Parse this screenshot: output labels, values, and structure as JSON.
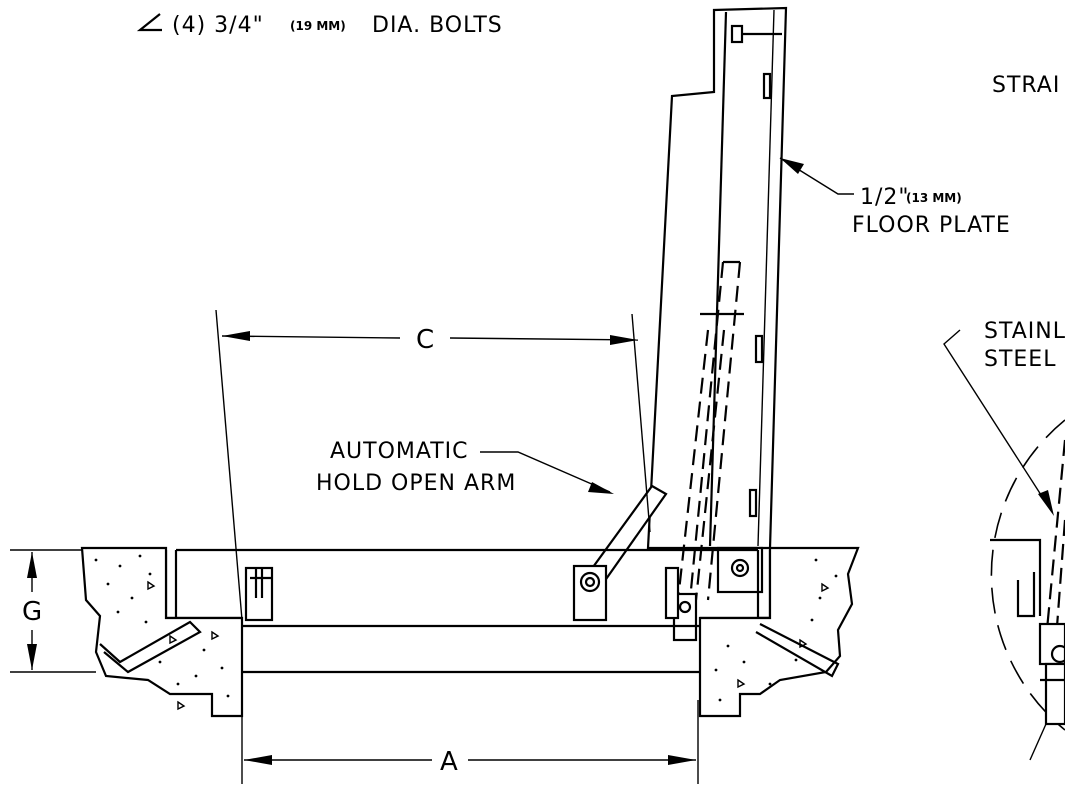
{
  "labels": {
    "bolts": "(4) 3/4\"",
    "bolts_metric": "(19 MM)",
    "bolts_tail": "DIA. BOLTS",
    "strap": "STRAI",
    "floor_plate_size": "1/2\"",
    "floor_plate_metric": "(13 MM)",
    "floor_plate": "FLOOR PLATE",
    "stainless_1": "STAINL",
    "stainless_2": "STEEL",
    "arm_1": "AUTOMATIC",
    "arm_2": "HOLD OPEN ARM"
  },
  "dimensions": {
    "c": "C",
    "g": "G",
    "a": "A"
  },
  "colors": {
    "line": "#000000",
    "background": "#ffffff"
  }
}
